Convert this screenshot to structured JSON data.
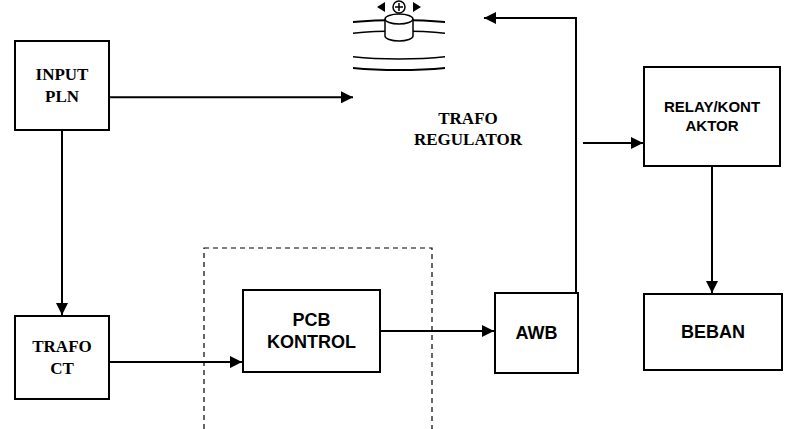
{
  "diagram": {
    "nodes": [
      {
        "text": [
          "INPUT PLN"
        ]
      },
      {
        "text": [
          "TRAFO REGULATOR"
        ]
      },
      {
        "text": [
          "RELAY/KONT AKTOR"
        ]
      },
      {
        "text": [
          "TRAFO CT"
        ]
      },
      {
        "text": [
          "PCB KONTROL"
        ]
      },
      {
        "text": [
          "AWB"
        ]
      },
      {
        "text": [
          "BEBAN"
        ]
      }
    ],
    "edges": [
      {
        "from": 0,
        "to": 1,
        "arrow": "to"
      },
      {
        "from": 0,
        "to": 3,
        "arrow": "to"
      },
      {
        "from": 3,
        "to": 4,
        "arrow": "to"
      },
      {
        "from": 4,
        "to": 5,
        "arrow": "to"
      },
      {
        "from": 5,
        "to": 1,
        "arrow": "to"
      },
      {
        "from": 1,
        "to": 2,
        "arrow": "to"
      },
      {
        "from": 2,
        "to": 6,
        "arrow": "to"
      }
    ]
  }
}
